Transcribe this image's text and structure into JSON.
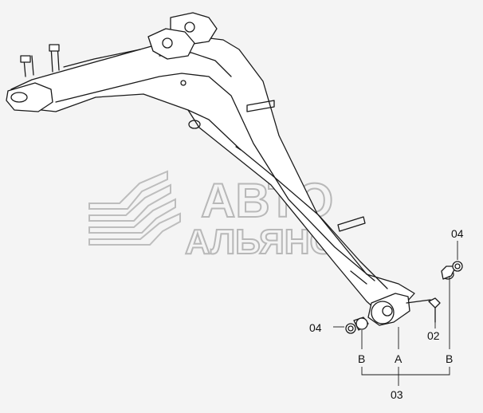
{
  "watermark": {
    "line1": "АВТО",
    "line2": "АЛЬЯНС"
  },
  "callouts": {
    "pin_upper_right_label": "04",
    "pin_lower_left_label": "04",
    "grease_fitting_label": "02",
    "assembly_label": "03",
    "view_a_label": "A",
    "view_b_left_label": "B",
    "view_b_right_label": "B"
  },
  "colors": {
    "background": "#f4f4f4",
    "line": "#1a1a1a",
    "watermark": "#b8b8b8"
  }
}
